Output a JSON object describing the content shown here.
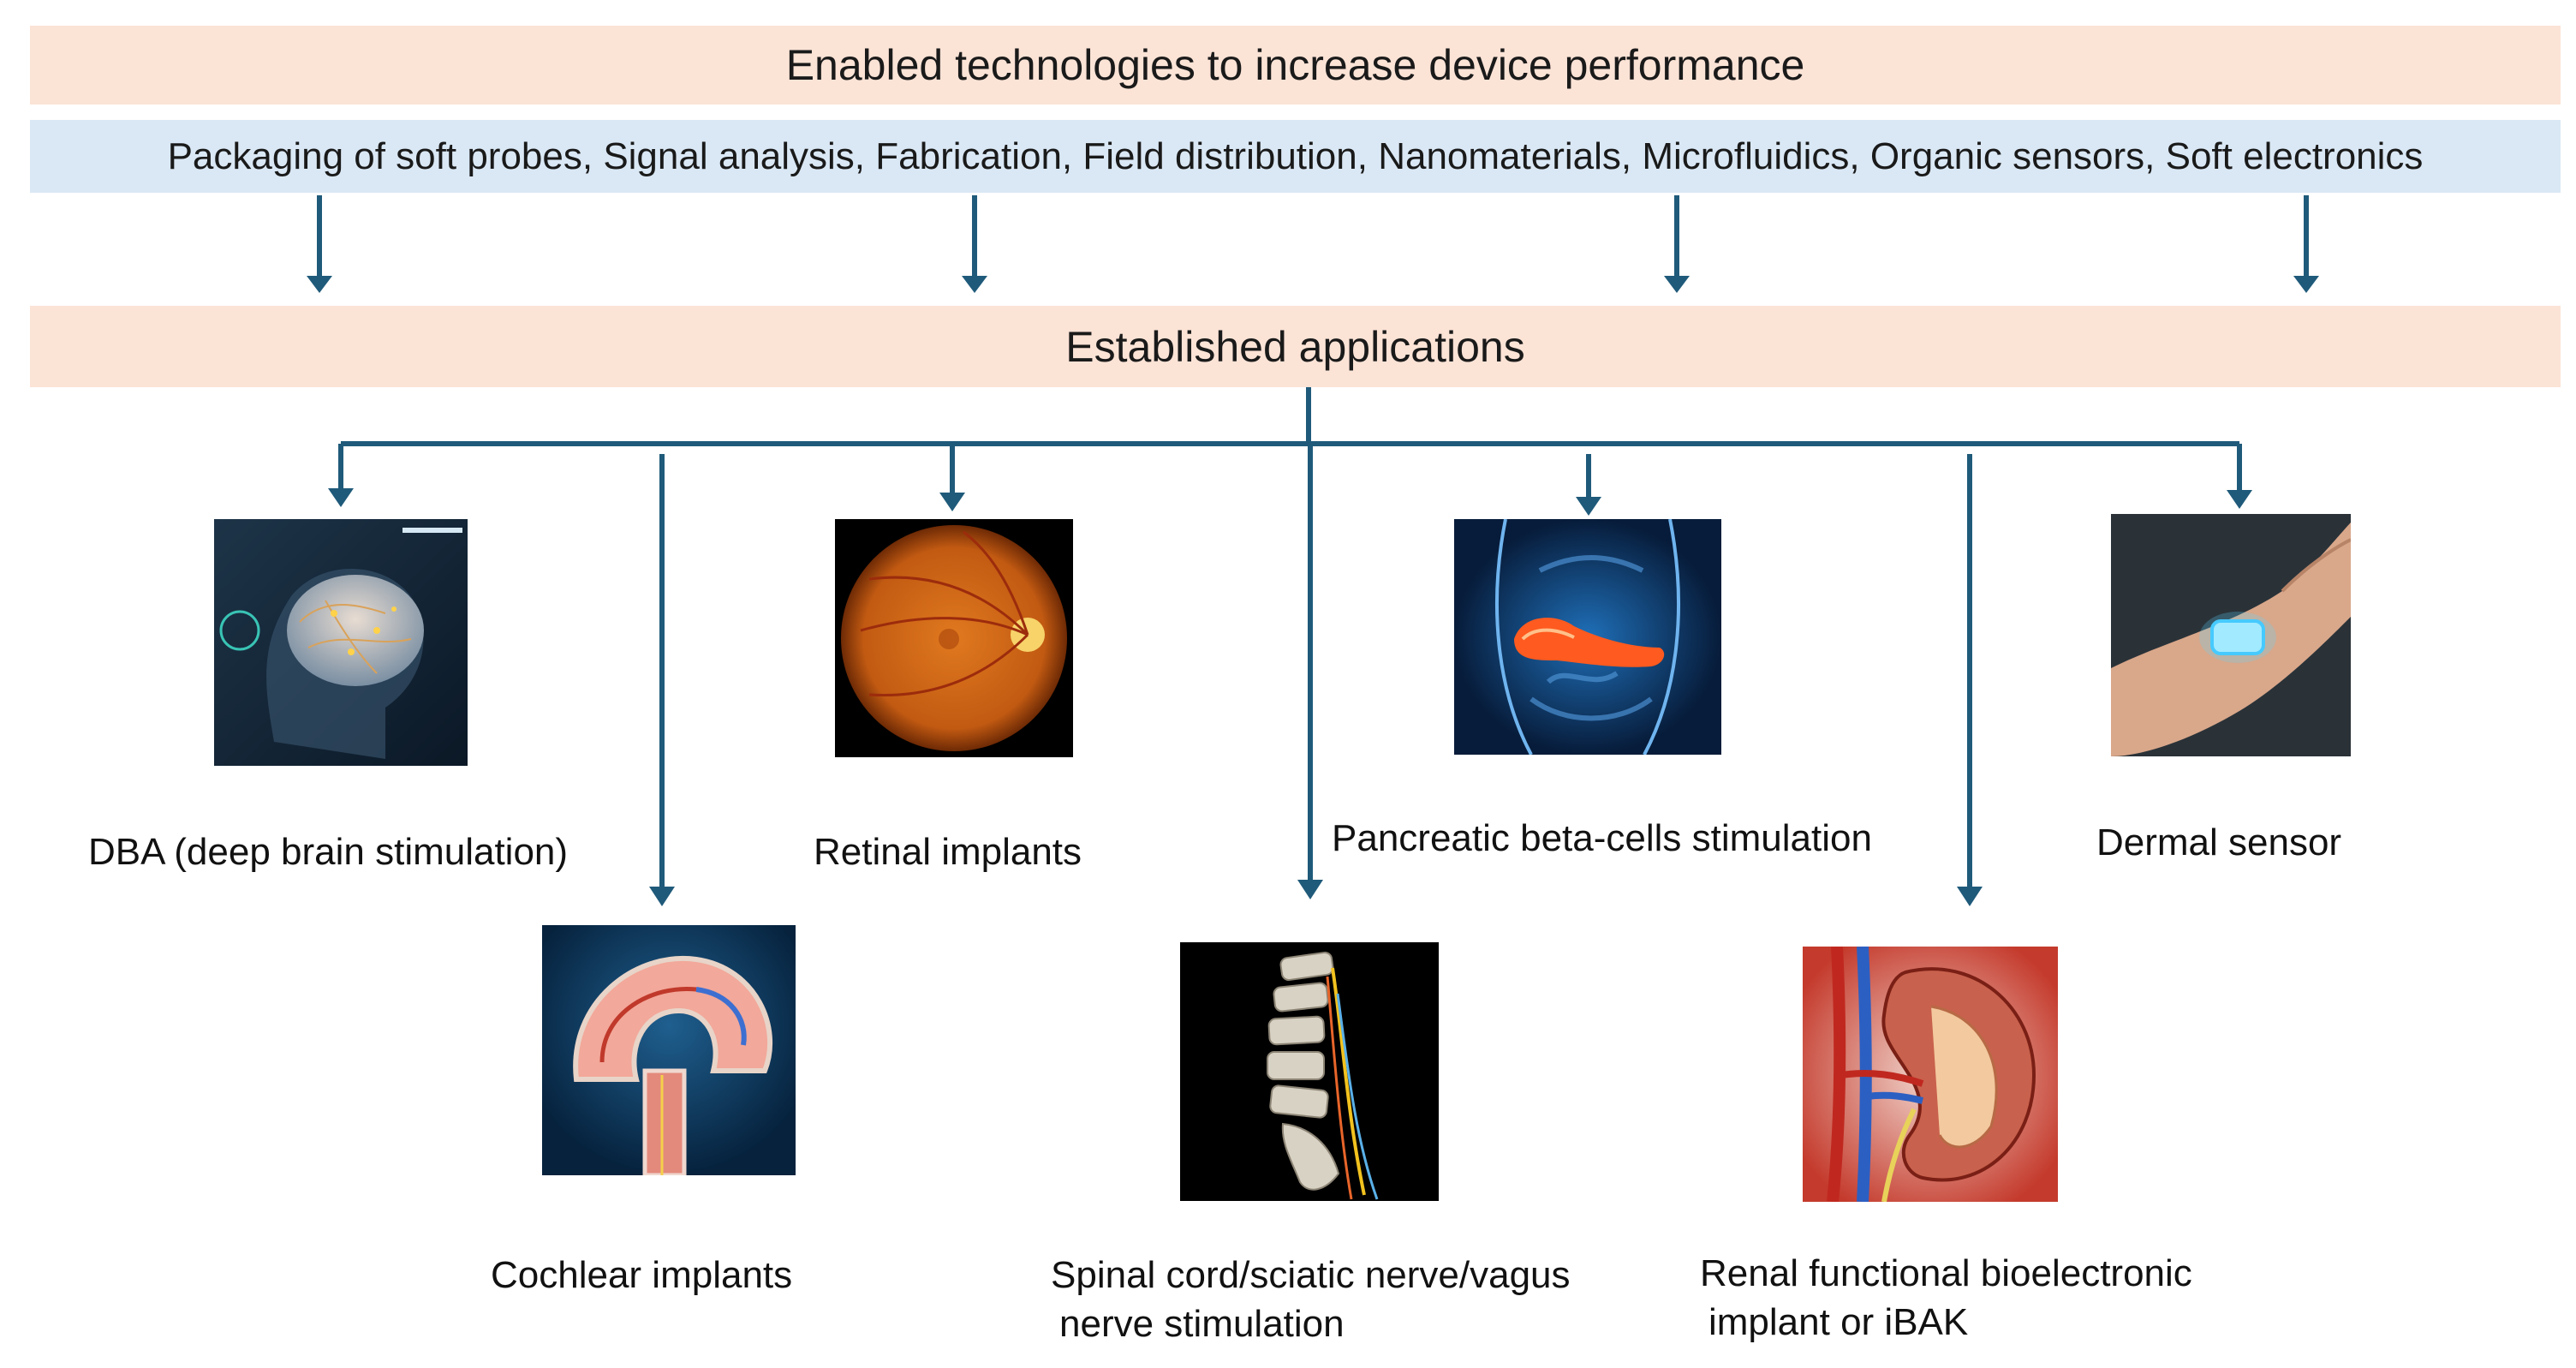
{
  "header": {
    "title": "Enabled technologies to increase device performance",
    "technologies": "Packaging of soft probes, Signal analysis, Fabrication, Field distribution, Nanomaterials, Microfluidics, Organic sensors, Soft electronics",
    "applications_title": "Established applications"
  },
  "colors": {
    "band_peach": "#fbe3d6",
    "band_blue": "#dae8f5",
    "arrow": "#1f5a7a"
  },
  "applications": {
    "dba": "DBA (deep brain stimulation)",
    "retinal": "Retinal implants",
    "pancreatic": "Pancreatic beta-cells stimulation",
    "dermal": "Dermal sensor",
    "cochlear": "Cochlear implants",
    "spinal_line1": "Spinal cord/sciatic nerve/vagus",
    "spinal_line2": "nerve stimulation",
    "renal_line1": "Renal functional bioelectronic",
    "renal_line2": "implant or iBAK"
  },
  "images": {
    "brain": "brain-illustration",
    "retina": "retina-fundus-photo",
    "pancreas": "pancreas-illustration",
    "wrist": "wrist-sensor-photo",
    "cochlea": "cochlea-illustration",
    "spine": "spine-illustration",
    "kidney": "kidney-illustration"
  }
}
